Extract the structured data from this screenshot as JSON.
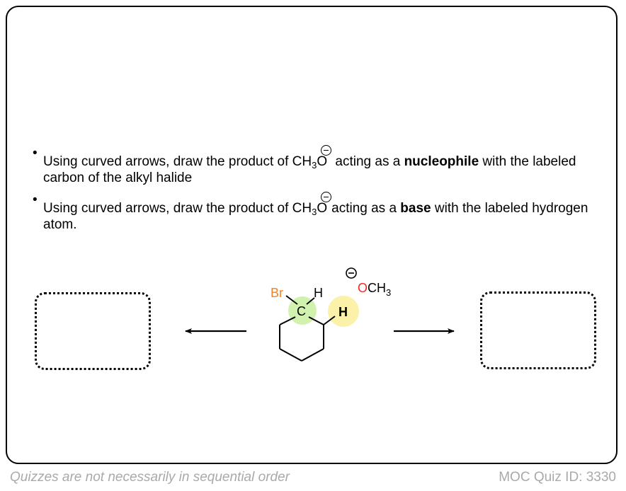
{
  "instructions": [
    {
      "prefix": "Using curved arrows, draw the product of CH",
      "sub": "3",
      "mid": "O",
      "after": " acting as a ",
      "bold": "nucleophile",
      "suffix": " with the labeled carbon of the alkyl halide"
    },
    {
      "prefix": "Using curved arrows, draw the product of CH",
      "sub": "3",
      "mid": "O",
      "after": "acting as a ",
      "bold": "base",
      "suffix": " with the labeled hydrogen atom."
    }
  ],
  "bullet_char": "•",
  "molecule": {
    "br": "Br",
    "c": "C",
    "h_top": "H",
    "h_labeled": "H",
    "reagent_o": "O",
    "reagent_ch3": "CH",
    "reagent_sub": "3"
  },
  "colors": {
    "bromine": "#f58220",
    "oxygen": "#ee2b2b",
    "carbon_highlight": "#c8f0a0",
    "hydrogen_highlight": "#fbf0a0"
  },
  "footer": {
    "left": "Quizzes are not necessarily in sequential order",
    "right": "MOC Quiz ID: 3330"
  }
}
